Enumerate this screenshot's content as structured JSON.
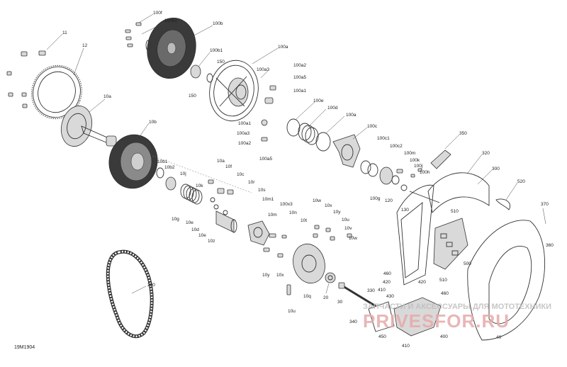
{
  "drawing_code": "19M1904",
  "watermark": {
    "caption": "ЗАПЧАСТИ И АКСЕССУАРЫ ДЛЯ МОТОТЕХНИКИ",
    "brand": "PRIVESFOR.RU"
  },
  "labels": [
    {
      "id": "11",
      "text": "11"
    },
    {
      "id": "12",
      "text": "12"
    },
    {
      "id": "10a",
      "text": "10a"
    },
    {
      "id": "100f",
      "text": "100f"
    },
    {
      "id": "100b2",
      "text": "100b2"
    },
    {
      "id": "100b",
      "text": "100b"
    },
    {
      "id": "100b1",
      "text": "100b1"
    },
    {
      "id": "150a",
      "text": "150"
    },
    {
      "id": "150b",
      "text": "150"
    },
    {
      "id": "100a3",
      "text": "100a3"
    },
    {
      "id": "100a",
      "text": "100a"
    },
    {
      "id": "100a2",
      "text": "100a2"
    },
    {
      "id": "100a5",
      "text": "100a5"
    },
    {
      "id": "100a1",
      "text": "100a1"
    },
    {
      "id": "100e",
      "text": "100e"
    },
    {
      "id": "100d",
      "text": "100d"
    },
    {
      "id": "100ai",
      "text": "100a"
    },
    {
      "id": "100a1b",
      "text": "100a1"
    },
    {
      "id": "100a3b",
      "text": "100a3"
    },
    {
      "id": "100a2b",
      "text": "100a2"
    },
    {
      "id": "100a5b",
      "text": "100a5"
    },
    {
      "id": "100c",
      "text": "100c"
    },
    {
      "id": "100c1",
      "text": "100c1"
    },
    {
      "id": "100c2",
      "text": "100c2"
    },
    {
      "id": "100m",
      "text": "100m"
    },
    {
      "id": "100k",
      "text": "100k"
    },
    {
      "id": "100j",
      "text": "100j"
    },
    {
      "id": "100h",
      "text": "100h"
    },
    {
      "id": "100g",
      "text": "100g"
    },
    {
      "id": "120",
      "text": "120"
    },
    {
      "id": "130",
      "text": "130"
    },
    {
      "id": "10b",
      "text": "10b"
    },
    {
      "id": "10b1",
      "text": "10b1"
    },
    {
      "id": "10b2",
      "text": "10b2"
    },
    {
      "id": "10j",
      "text": "10j"
    },
    {
      "id": "10a2",
      "text": "10a"
    },
    {
      "id": "10f",
      "text": "10f"
    },
    {
      "id": "10c",
      "text": "10c"
    },
    {
      "id": "10r",
      "text": "10r"
    },
    {
      "id": "10k",
      "text": "10k"
    },
    {
      "id": "10g",
      "text": "10g"
    },
    {
      "id": "10d",
      "text": "10d"
    },
    {
      "id": "10e",
      "text": "10e"
    },
    {
      "id": "10e2",
      "text": "10e"
    },
    {
      "id": "10z",
      "text": "10z"
    },
    {
      "id": "10s",
      "text": "10s"
    },
    {
      "id": "10m1",
      "text": "10m1"
    },
    {
      "id": "10m",
      "text": "10m"
    },
    {
      "id": "100x3",
      "text": "100x3"
    },
    {
      "id": "10n",
      "text": "10n"
    },
    {
      "id": "10t",
      "text": "10t"
    },
    {
      "id": "10w",
      "text": "10w"
    },
    {
      "id": "10x",
      "text": "10x"
    },
    {
      "id": "10y",
      "text": "10y"
    },
    {
      "id": "10u",
      "text": "10u"
    },
    {
      "id": "10v",
      "text": "10v"
    },
    {
      "id": "10w2",
      "text": "10w"
    },
    {
      "id": "10q",
      "text": "10q"
    },
    {
      "id": "10y2",
      "text": "10y"
    },
    {
      "id": "10x2",
      "text": "10x"
    },
    {
      "id": "10u2",
      "text": "10u"
    },
    {
      "id": "20",
      "text": "20"
    },
    {
      "id": "30",
      "text": "30"
    },
    {
      "id": "200",
      "text": "200"
    },
    {
      "id": "350",
      "text": "350"
    },
    {
      "id": "320",
      "text": "320"
    },
    {
      "id": "300",
      "text": "300"
    },
    {
      "id": "520",
      "text": "520"
    },
    {
      "id": "370",
      "text": "370"
    },
    {
      "id": "360",
      "text": "360"
    },
    {
      "id": "510",
      "text": "510"
    },
    {
      "id": "500",
      "text": "500"
    },
    {
      "id": "510b",
      "text": "510"
    },
    {
      "id": "460",
      "text": "460"
    },
    {
      "id": "420",
      "text": "420"
    },
    {
      "id": "420b",
      "text": "420"
    },
    {
      "id": "460b",
      "text": "460"
    },
    {
      "id": "410",
      "text": "410"
    },
    {
      "id": "330",
      "text": "330"
    },
    {
      "id": "430",
      "text": "430"
    },
    {
      "id": "340",
      "text": "340"
    },
    {
      "id": "450",
      "text": "450"
    },
    {
      "id": "410b",
      "text": "410"
    },
    {
      "id": "400",
      "text": "400"
    },
    {
      "id": "40",
      "text": "40"
    }
  ]
}
